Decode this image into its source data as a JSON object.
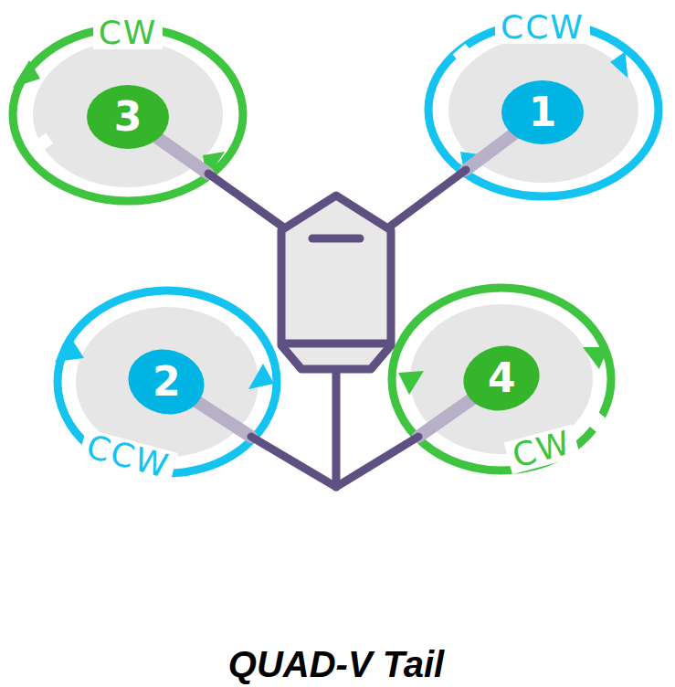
{
  "diagram": {
    "caption": "QUAD-V Tail",
    "nodes": [
      {
        "text": [
          "3"
        ]
      },
      {
        "text": [
          "1"
        ]
      },
      {
        "text": [
          "2"
        ]
      },
      {
        "text": [
          "4"
        ]
      }
    ],
    "labels": [
      "CW",
      "CCW",
      "CCW",
      "CW"
    ]
  }
}
